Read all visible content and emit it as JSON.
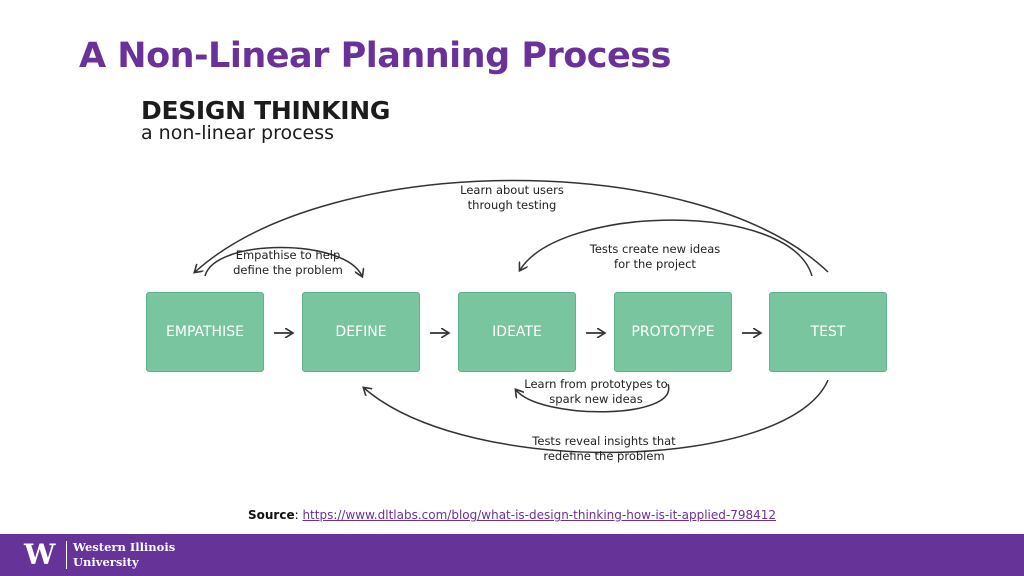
{
  "slide": {
    "title": "A Non-Linear Planning Process"
  },
  "diagram": {
    "heading": "DESIGN THINKING",
    "subheading": "a non-linear process",
    "stages": [
      "EMPATHISE",
      "DEFINE",
      "IDEATE",
      "PROTOTYPE",
      "TEST"
    ],
    "loops": {
      "learn_users": [
        "Learn about users",
        "through testing"
      ],
      "empathise_define": [
        "Empathise to help",
        "define the problem"
      ],
      "tests_ideas": [
        "Tests create new ideas",
        "for the project"
      ],
      "prototypes_ideas": [
        "Learn from prototypes to",
        "spark new ideas"
      ],
      "tests_insights": [
        "Tests reveal insights that",
        "redefine the problem"
      ]
    },
    "colors": {
      "stage_fill": "#78c5a0",
      "arrow": "#333333"
    }
  },
  "source": {
    "label": "Source",
    "url": "https://www.dltlabs.com/blog/what-is-design-thinking-how-is-it-applied-798412"
  },
  "footer": {
    "logo_letter": "W",
    "institution_line1": "Western Illinois",
    "institution_line2": "University",
    "color": "#663399"
  }
}
